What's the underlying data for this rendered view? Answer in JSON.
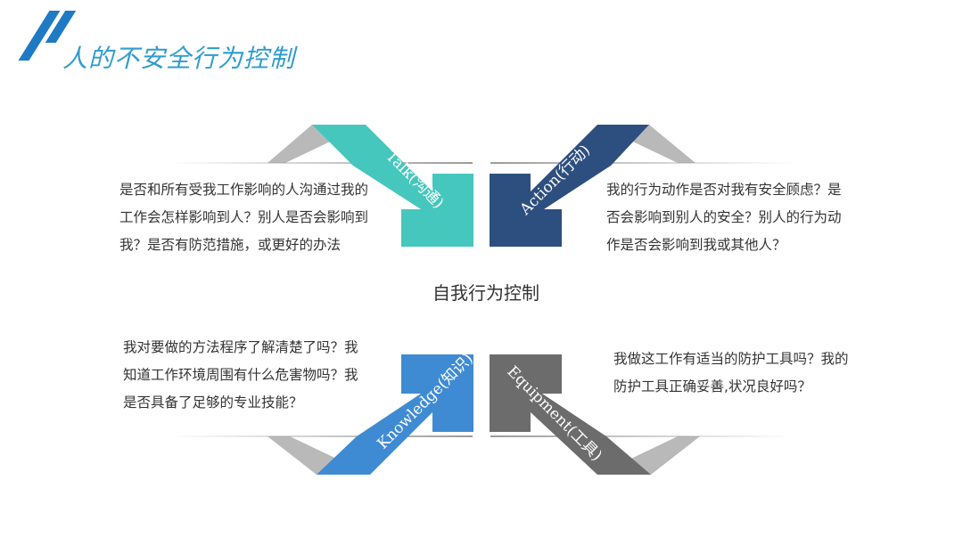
{
  "title": "人的不安全行为控制",
  "center": "自我行为控制",
  "quadrants": {
    "talk": {
      "label": "Talk(沟通)",
      "color": "#45c7bd",
      "text": "是否和所有受我工作影响的人沟通过我的工作会怎样影响到人？别人是否会影响到我？是否有防范措施，或更好的办法"
    },
    "action": {
      "label": "Action(行动)",
      "color": "#2d4f7f",
      "text": "我的行为动作是否对我有安全顾虑？是否会影响到别人的安全？别人的行为动作是否会影响到我或其他人？"
    },
    "knowledge": {
      "label": "Knowledge(知识)",
      "color": "#3f8bd3",
      "text": "我对要做的方法程序了解清楚了吗？我知道工作环境周围有什么危害物吗？我是否具备了足够的专业技能？"
    },
    "equipment": {
      "label": "Equipment(工具)",
      "color": "#6c6c6c",
      "text": "我做这工作有适当的防护工具吗？我的防护工具正确妥善,状况良好吗？"
    }
  },
  "colors": {
    "title": "#2f9ccf",
    "accent": "#1f7ac4",
    "shadow": "#b9b9b9",
    "line": "#9a9a9a"
  }
}
